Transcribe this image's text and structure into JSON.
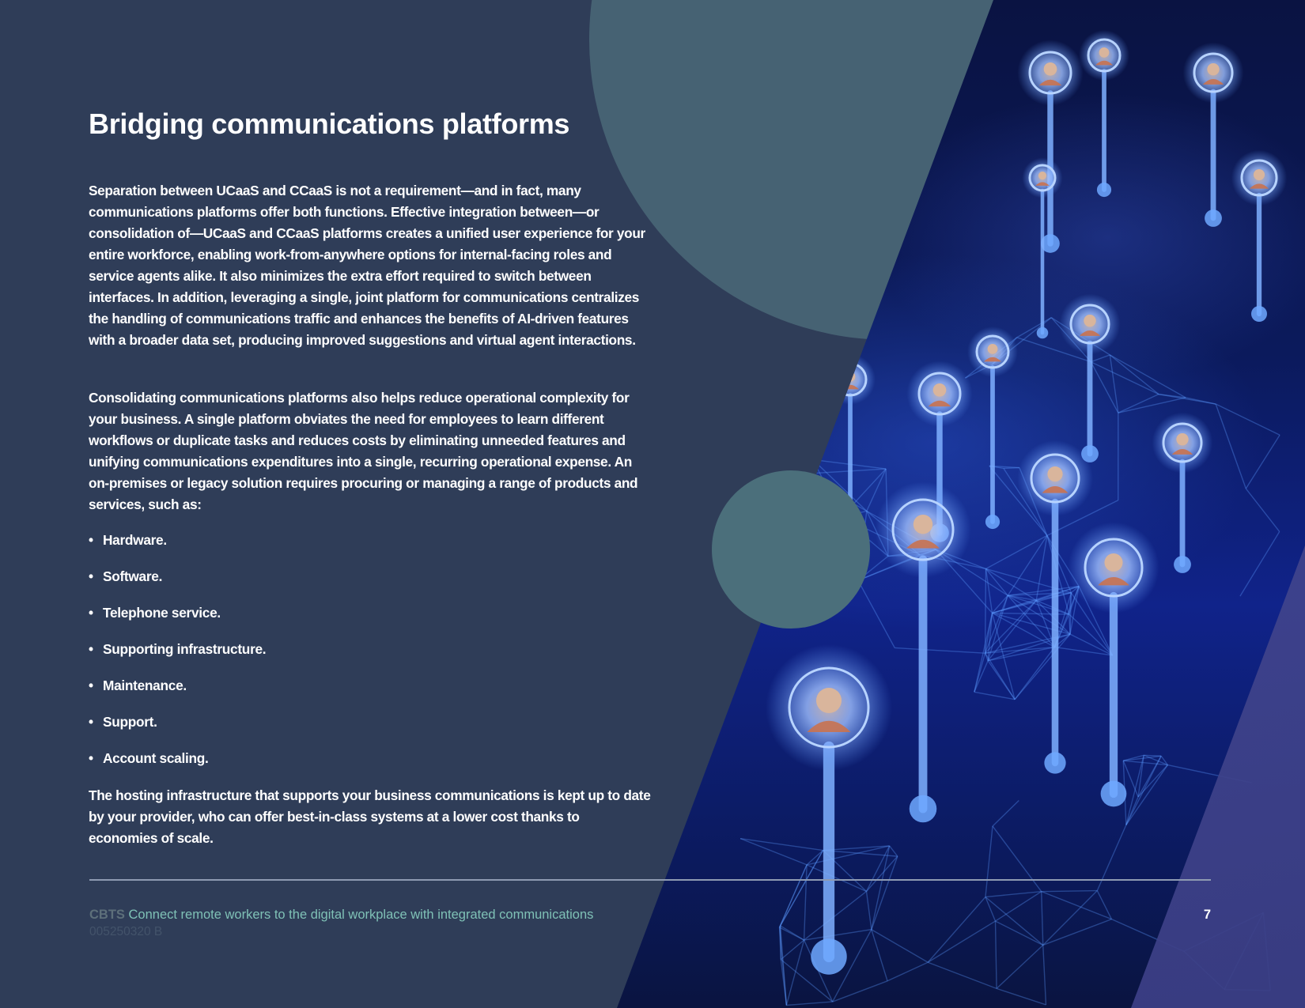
{
  "page": {
    "title": "Bridging communications platforms",
    "paragraphs": [
      "Separation between UCaaS and CCaaS is not a requirement—and in fact, many communications platforms offer both functions. Effective integration between—or consolidation of—UCaaS and CCaaS platforms creates a unified user experience for your entire workforce, enabling work-from-anywhere options for internal-facing roles and service agents alike. It also minimizes the extra effort required to switch between interfaces. In addition, leveraging a single, joint platform for communications centralizes the handling of communications traffic and enhances the benefits of AI-driven features with a broader data set, producing improved suggestions and virtual agent interactions.",
      "Consolidating communications platforms also helps reduce operational complexity for your business. A single platform obviates the need for employees to learn different workflows or duplicate tasks and reduces costs by eliminating unneeded features and unifying communications expenditures into a single, recurring operational expense. An on-premises or legacy solution requires procuring or managing a range of products and services, such as:",
      "The hosting infrastructure that supports your business communications is kept up to date by your provider, who can offer best-in-class systems at a lower cost thanks to economies of scale."
    ],
    "bullets": [
      "Hardware.",
      "Software.",
      "Telephone service.",
      "Supporting infrastructure.",
      "Maintenance.",
      "Support.",
      "Account scaling."
    ]
  },
  "footer": {
    "brand": "CBTS",
    "text": "Connect remote workers to the digital workplace with integrated communications",
    "doc_id": "005250320 B",
    "page_number": "7"
  },
  "colors": {
    "background": "#2f3d58",
    "teal_circle": "#466273",
    "footer_text": "#7fc1b6",
    "network_glow": "#5b9bff"
  }
}
